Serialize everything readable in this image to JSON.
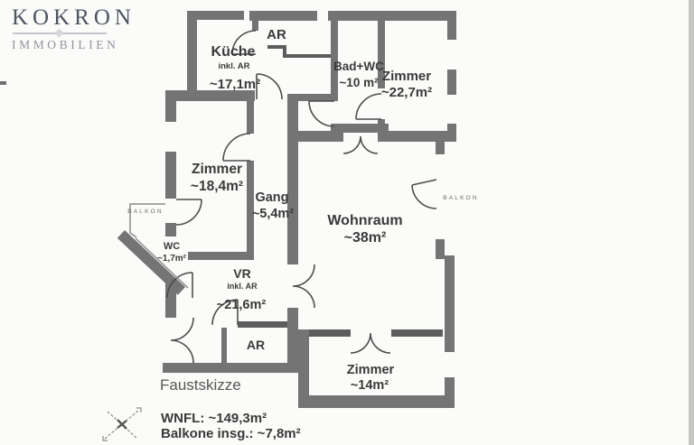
{
  "logo": {
    "name": "KOKRON",
    "subtitle": "IMMOBILIEN"
  },
  "plan": {
    "caption": "Faustskizze",
    "rooms": {
      "kueche": {
        "name": "Küche",
        "note": "inkl. AR",
        "area": "~17,1m²"
      },
      "ar_top": {
        "name": "AR"
      },
      "bad_wc": {
        "name": "Bad+WC",
        "area": "~10 m²"
      },
      "zimmer_no": {
        "name": "Zimmer",
        "area": "~22,7m²"
      },
      "zimmer_w": {
        "name": "Zimmer",
        "area": "~18,4m²"
      },
      "gang": {
        "name": "Gang",
        "area": "~5,4m²"
      },
      "wohnraum": {
        "name": "Wohnraum",
        "area": "~38m²"
      },
      "wc": {
        "name": "WC",
        "area": "~1,7m²"
      },
      "vr": {
        "name": "VR",
        "note": "inkl. AR",
        "area": "~21,6m²"
      },
      "ar_bottom": {
        "name": "AR"
      },
      "zimmer_s": {
        "name": "Zimmer",
        "area": "~14m²"
      }
    },
    "balconies": {
      "left": "BALKON",
      "right": "BALKON"
    }
  },
  "summary": {
    "wnfl": "WNFL: ~149,3m²",
    "balkone": "Balkone insg.: ~7,8m²"
  },
  "colors": {
    "wall": "#747474",
    "door_line": "#4d4d4d",
    "label_text": "#3a3a3a",
    "logo_primary": "#4d5462",
    "logo_secondary": "#8f939c"
  }
}
